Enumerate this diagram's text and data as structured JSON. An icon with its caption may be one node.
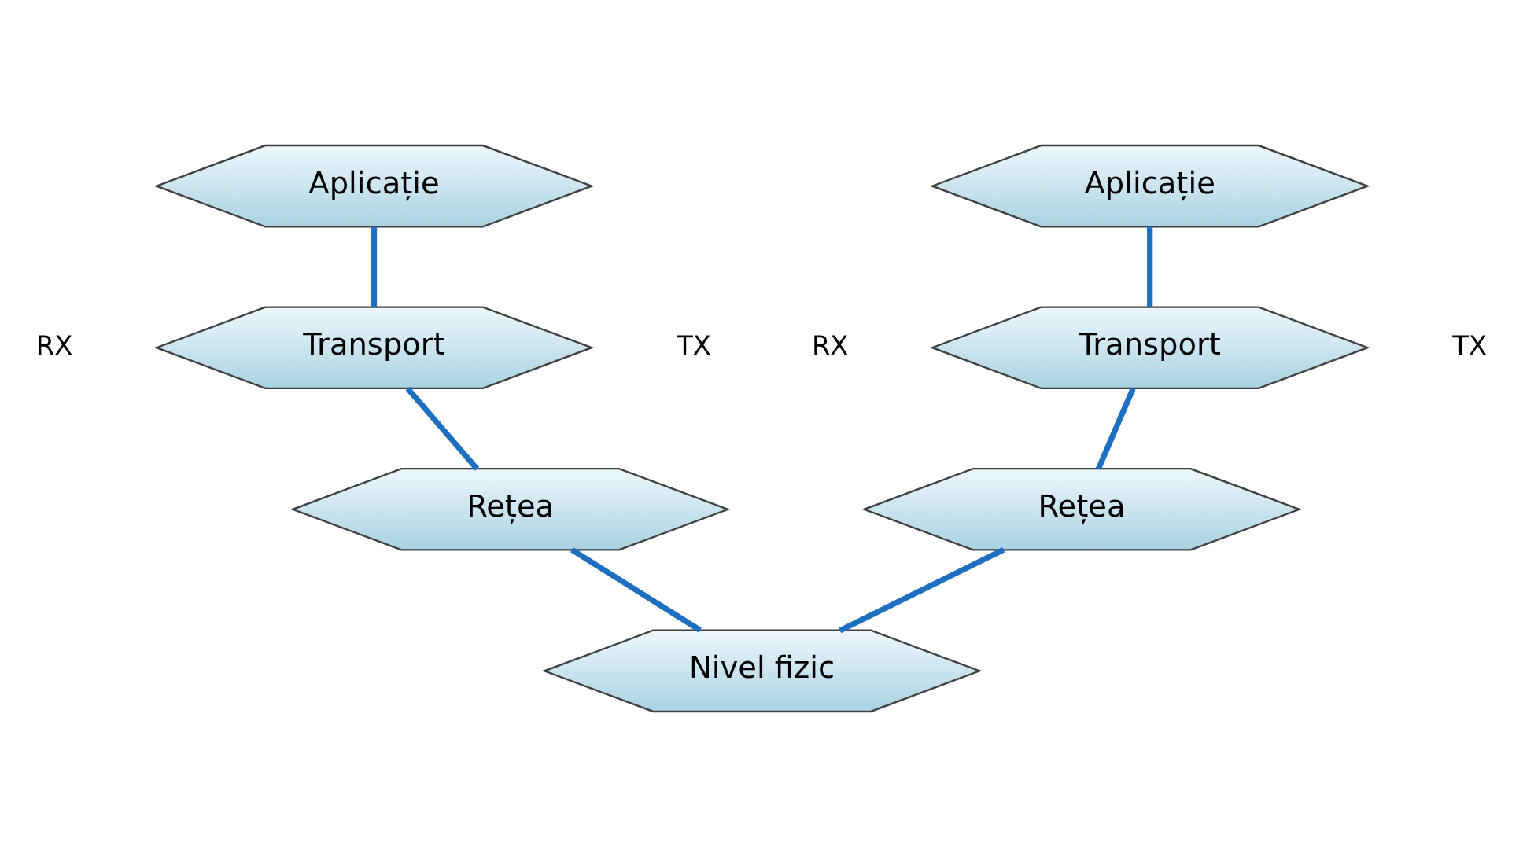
{
  "diagram": {
    "nodes": [
      {
        "text": [
          "Aplicație"
        ]
      },
      {
        "text": [
          "Transport"
        ]
      },
      {
        "text": [
          "Rețea"
        ]
      },
      {
        "text": [
          "Aplicație"
        ]
      },
      {
        "text": [
          "Transport"
        ]
      },
      {
        "text": [
          "Rețea"
        ]
      },
      {
        "text": [
          "Nivel fizic"
        ]
      }
    ],
    "edges": [
      {
        "from": 0,
        "to": 1,
        "arrow": "none"
      },
      {
        "from": 1,
        "to": 2,
        "arrow": "none"
      },
      {
        "from": 2,
        "to": 6,
        "arrow": "none"
      },
      {
        "from": 3,
        "to": 4,
        "arrow": "none"
      },
      {
        "from": 4,
        "to": 5,
        "arrow": "none"
      },
      {
        "from": 5,
        "to": 6,
        "arrow": "none"
      }
    ],
    "labels": [
      "RX",
      "TX",
      "RX",
      "TX"
    ]
  }
}
